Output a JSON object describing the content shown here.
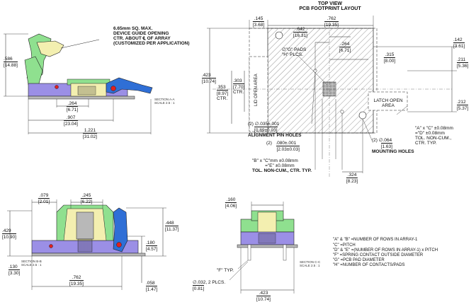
{
  "top_view": {
    "title_line1": "TOP VIEW",
    "title_line2": "PCB FOOTPRINT LAYOUT",
    "dims": {
      "d145": ".145",
      "d145m": "[3.68]",
      "d762": ".762",
      "d762m": "[19.35]",
      "d642": ".642",
      "d642m": "[16.31]",
      "d264": ".264",
      "d264m": "[6.71]",
      "d315": ".315",
      "d315m": "[8.00]",
      "d142": ".142",
      "d142m": "[3.61]",
      "d211": ".211",
      "d211m": "[5.36]",
      "d212": ".212",
      "d212m": "[5.37]",
      "d423": ".423",
      "d423m": "[10.74]",
      "d353": ".353",
      "d353m": "[8.97]",
      "d353c": "CTR.",
      "d303": ".303",
      "d303m": "[7.70]",
      "d303c": "CTR.",
      "d080": ".080±.001",
      "d080m": "[2.03±0.03]",
      "d324": ".324",
      "d324m": "[8.23]"
    },
    "labels": {
      "pads1": "∅\"G\" PADS",
      "pads2": "\"H\" PLCS.",
      "lid": "LID OPEN AREA",
      "latch1": "LATCH OPEN",
      "latch2": "AREA",
      "align_qty": "(2)",
      "align1": "∅.035±.001",
      "align2": "[0.89±0.03]",
      "align3": "ALIGNMENT PIN HOLES",
      "hole_qty": "(2)",
      "mount1": "(2) ∅.064",
      "mount2": "[1.63]",
      "mount3": "MOUNTING HOLES",
      "ac1": "\"A\" x \"C\" ±0.08mm",
      "ac2": "=\"D\" ±0.08mm",
      "ac3": "TOL. NON-CUM.,",
      "ac4": "CTR. TYP.",
      "bc1": "\"B\" x \"C\"mm ±0.08mm",
      "bc2": "=\"E\" ±0.08mm",
      "bc3": "TOL. NON-CUM., CTR. TYP."
    }
  },
  "section_a": {
    "note1": "6.65mm SQ. MAX.",
    "note2": "DEVICE GUIDE OPENING",
    "note3": "CTR. ABOUT ℄ OF ARRAY",
    "note4": "(CUSTOMIZED PER APPLICATION)",
    "d586": ".586",
    "d586m": "[14.88]",
    "d264": ".264",
    "d264m": "[6.71]",
    "d907": ".907",
    "d907m": "[23.04]",
    "d1221": "1.221",
    "d1221m": "[31.02]",
    "section": "SECTION A-A",
    "scale": "SCALE 2.5 : 1"
  },
  "section_b": {
    "d079": ".079",
    "d079m": "[2.01]",
    "d245": ".245",
    "d245m": "[6.22]",
    "d429": ".429",
    "d429m": "[10.90]",
    "d448": ".448",
    "d448m": "[11.37]",
    "d180": ".180",
    "d180m": "[4.57]",
    "d130": ".130",
    "d130m": "[3.30]",
    "d762": ".762",
    "d762m": "[19.35]",
    "d058": ".058",
    "d058m": "[1.47]",
    "section": "SECTION B-B",
    "scale": "SCALE 2.5 : 1"
  },
  "section_c": {
    "d160": ".160",
    "d160m": "[4.06]",
    "ftyp": "\"F\" TYP.",
    "d032": "∅.032, 2 PLCS.",
    "d032m": "[0.81]",
    "d423": ".423",
    "d423m": "[10.74]",
    "section": "SECTION C-C",
    "scale": "SCALE 2.5 : 1"
  },
  "legend": [
    "\"A\" & \"B\" =NUMBER OF ROWS IN ARRAY-1",
    "\"C\" =PITCH",
    "\"D\" & \"E\" =(NUMBER OF ROWS IN ARRAY-1) x PITCH",
    "\"F\" =SPRING CONTACT OUTSIDE DIAMETER",
    "\"G\" =PCB PAD DIAMETER",
    "\"H\" =NUMBER OF CONTACTS/PADS"
  ],
  "colors": {
    "green": "#8fe08f",
    "purple": "#9b8fe6",
    "blue": "#2f6fd6",
    "yellow": "#f3efb0",
    "red": "#e02020",
    "grey": "#b8b8b8"
  }
}
